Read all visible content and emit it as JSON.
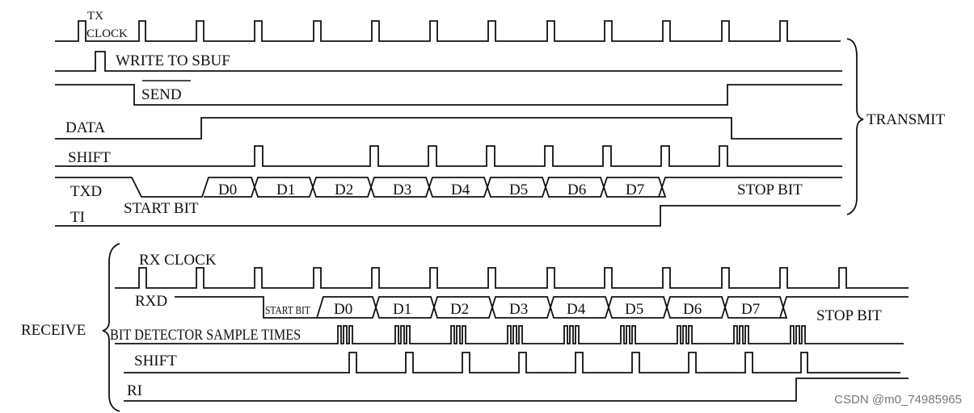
{
  "transmit": {
    "group_label": "TRANSMIT",
    "tx_clock_line1": "TX",
    "tx_clock_line2": "CLOCK",
    "write_to_sbuf": "WRITE TO SBUF",
    "send": "SEND",
    "data": "DATA",
    "shift": "SHIFT",
    "txd": "TXD",
    "start_bit": "START BIT",
    "stop_bit": "STOP BIT",
    "ti": "TI",
    "bits": [
      "D0",
      "D1",
      "D2",
      "D3",
      "D4",
      "D5",
      "D6",
      "D7"
    ]
  },
  "receive": {
    "group_label": "RECEIVE",
    "rx_clock": "RX CLOCK",
    "rxd": "RXD",
    "start_bit": "START BIT",
    "stop_bit": "STOP BIT",
    "bit_detector": "BIT DETECTOR SAMPLE TIMES",
    "shift": "SHIFT",
    "ri": "RI",
    "bits": [
      "D0",
      "D1",
      "D2",
      "D3",
      "D4",
      "D5",
      "D6",
      "D7"
    ]
  },
  "watermark": "CSDN @m0_74985965"
}
